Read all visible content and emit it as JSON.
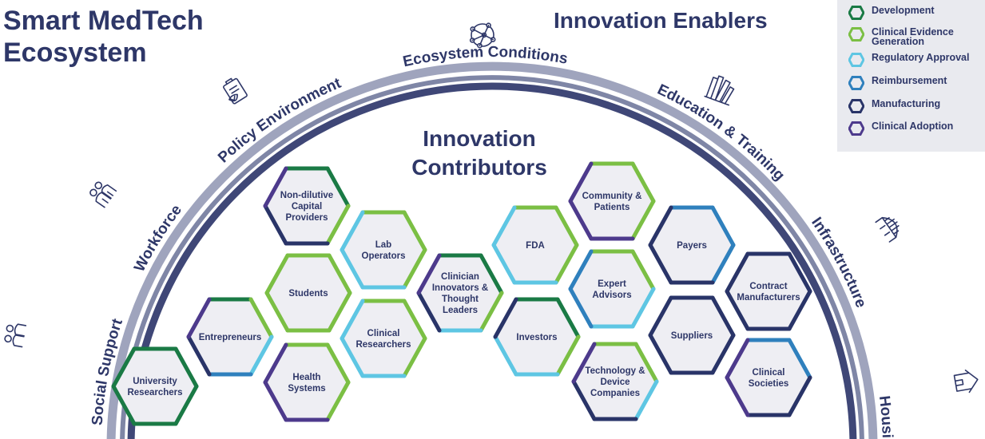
{
  "title_lines": [
    "Smart MedTech",
    "Ecosystem"
  ],
  "enablers_title": "Innovation Enablers",
  "contributors_title_lines": [
    "Innovation",
    "Contributors"
  ],
  "legend": [
    {
      "label": "Development",
      "color": "#1a7a45"
    },
    {
      "label": "Clinical Evidence Generation",
      "color": "#7bbf44"
    },
    {
      "label": "Regulatory Approval",
      "color": "#5ec6e3"
    },
    {
      "label": "Reimbursement",
      "color": "#2f80bd"
    },
    {
      "label": "Manufacturing",
      "color": "#293468"
    },
    {
      "label": "Clinical Adoption",
      "color": "#4d3a8c"
    }
  ],
  "enablers": [
    {
      "label": "Social Support",
      "icon": "people-helping-icon"
    },
    {
      "label": "Workforce",
      "icon": "workers-icon"
    },
    {
      "label": "Policy Environment",
      "icon": "policy-checklist-icon"
    },
    {
      "label": "Ecosystem Conditions",
      "icon": "network-icon"
    },
    {
      "label": "Education & Training",
      "icon": "library-books-icon"
    },
    {
      "label": "Infrastructure",
      "icon": "building-bridge-icon"
    },
    {
      "label": "Housing",
      "icon": "house-icon"
    }
  ],
  "contributors": [
    {
      "label": "Non-dilutive Capital Providers",
      "stages": [
        "Development",
        "Clinical Evidence Generation",
        "Manufacturing",
        "Clinical Adoption"
      ]
    },
    {
      "label": "Lab Operators",
      "stages": [
        "Clinical Evidence Generation",
        "Regulatory Approval"
      ]
    },
    {
      "label": "Students",
      "stages": [
        "Clinical Evidence Generation"
      ]
    },
    {
      "label": "Entrepreneurs",
      "stages": [
        "Development",
        "Clinical Evidence Generation",
        "Regulatory Approval",
        "Reimbursement",
        "Manufacturing",
        "Clinical Adoption"
      ]
    },
    {
      "label": "Clinical Researchers",
      "stages": [
        "Clinical Evidence Generation",
        "Regulatory Approval"
      ]
    },
    {
      "label": "Clinician Innovators & Thought Leaders",
      "stages": [
        "Development",
        "Clinical Evidence Generation",
        "Regulatory Approval",
        "Manufacturing",
        "Clinical Adoption"
      ]
    },
    {
      "label": "University Researchers",
      "stages": [
        "Development"
      ]
    },
    {
      "label": "Health Systems",
      "stages": [
        "Clinical Evidence Generation",
        "Clinical Adoption"
      ]
    },
    {
      "label": "FDA",
      "stages": [
        "Clinical Evidence Generation",
        "Regulatory Approval"
      ]
    },
    {
      "label": "Community & Patients",
      "stages": [
        "Clinical Evidence Generation",
        "Clinical Adoption"
      ]
    },
    {
      "label": "Expert Advisors",
      "stages": [
        "Clinical Evidence Generation",
        "Regulatory Approval",
        "Reimbursement"
      ]
    },
    {
      "label": "Investors",
      "stages": [
        "Development",
        "Clinical Evidence Generation",
        "Regulatory Approval",
        "Manufacturing"
      ]
    },
    {
      "label": "Technology & Device Companies",
      "stages": [
        "Clinical Evidence Generation",
        "Regulatory Approval",
        "Manufacturing",
        "Clinical Adoption"
      ]
    },
    {
      "label": "Payers",
      "stages": [
        "Reimbursement",
        "Manufacturing"
      ]
    },
    {
      "label": "Contract Manufacturers",
      "stages": [
        "Manufacturing"
      ]
    },
    {
      "label": "Suppliers",
      "stages": [
        "Manufacturing"
      ]
    },
    {
      "label": "Clinical Societies",
      "stages": [
        "Reimbursement",
        "Manufacturing",
        "Clinical Adoption"
      ]
    }
  ]
}
